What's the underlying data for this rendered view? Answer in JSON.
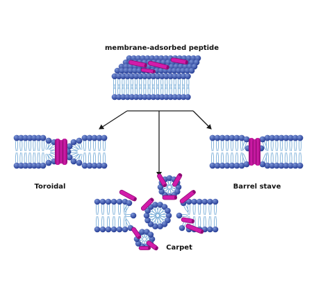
{
  "labels": {
    "top": "membrane-adsorbed peptide",
    "toroidal": "Toroidal",
    "barrel_stave": "Barrel stave",
    "carpet": "Carpet"
  },
  "colors": {
    "head_light": "#7d96d8",
    "head_dark": "#1f3690",
    "tail": "#7aaed8",
    "peptide": "#d21caa",
    "peptide_dark": "#8e0a73",
    "arrow": "#1a1a1a"
  },
  "icons": {
    "arrow": "arrow-down-icon"
  }
}
